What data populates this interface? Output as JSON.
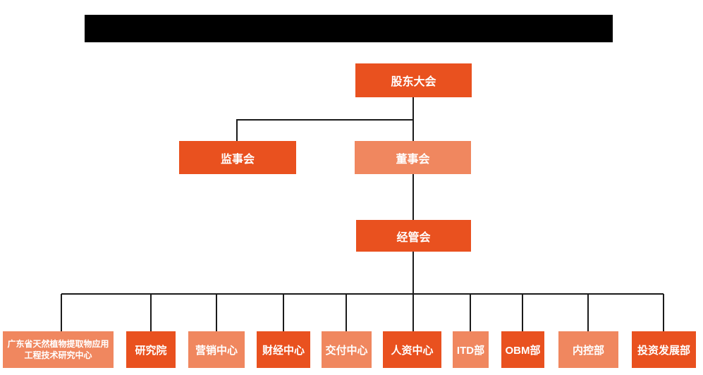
{
  "colors": {
    "primary_box": "#E9511F",
    "secondary_box": "#F0875F",
    "connector_line": "#1A1A1A",
    "redacted_bar": "#000000",
    "box_text": "#FFFFFF",
    "background": "#FFFFFF"
  },
  "chart": {
    "type": "org-chart",
    "title_redacted": true,
    "root": {
      "label": "股东大会",
      "variant": "primary"
    },
    "level2": [
      {
        "label": "监事会",
        "variant": "primary"
      },
      {
        "label": "董事会",
        "variant": "secondary"
      }
    ],
    "level3": {
      "label": "经管会",
      "variant": "primary"
    },
    "departments": [
      {
        "label": "广东省天然植物提取物应用工程技术研究中心",
        "variant": "secondary"
      },
      {
        "label": "研究院",
        "variant": "primary"
      },
      {
        "label": "营销中心",
        "variant": "secondary"
      },
      {
        "label": "财经中心",
        "variant": "primary"
      },
      {
        "label": "交付中心",
        "variant": "secondary"
      },
      {
        "label": "人资中心",
        "variant": "primary"
      },
      {
        "label": "ITD部",
        "variant": "secondary"
      },
      {
        "label": "OBM部",
        "variant": "primary"
      },
      {
        "label": "内控部",
        "variant": "secondary"
      },
      {
        "label": "投资发展部",
        "variant": "primary"
      }
    ]
  }
}
